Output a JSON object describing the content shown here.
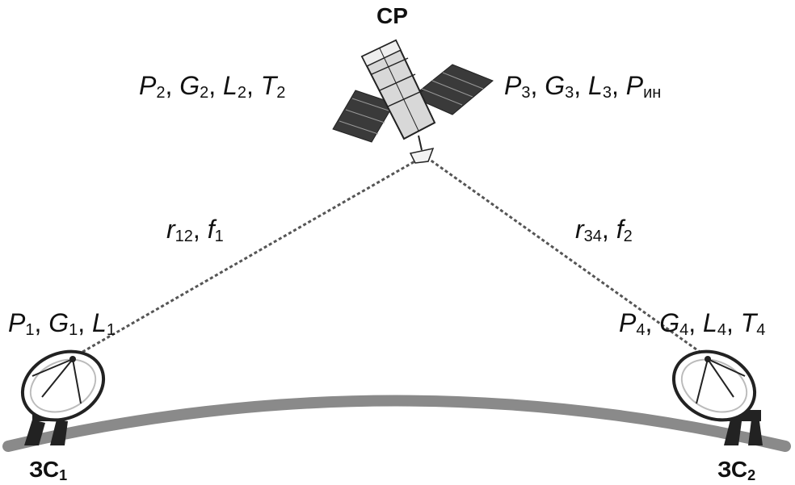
{
  "satellite_label": "СР",
  "station1_label": "ЗС",
  "station1_index": "1",
  "station2_label": "ЗС",
  "station2_index": "2",
  "params_uplink_station": {
    "p": {
      "sym": "P",
      "sub": "1"
    },
    "g": {
      "sym": "G",
      "sub": "1"
    },
    "l": {
      "sym": "L",
      "sub": "1"
    }
  },
  "params_satellite_rx": {
    "p": {
      "sym": "P",
      "sub": "2"
    },
    "g": {
      "sym": "G",
      "sub": "2"
    },
    "l": {
      "sym": "L",
      "sub": "2"
    },
    "t": {
      "sym": "T",
      "sub": "2"
    }
  },
  "params_satellite_tx": {
    "p": {
      "sym": "P",
      "sub": "3"
    },
    "g": {
      "sym": "G",
      "sub": "3"
    },
    "l": {
      "sym": "L",
      "sub": "3"
    },
    "pin": {
      "sym": "P",
      "sub": "ин"
    }
  },
  "params_downlink_station": {
    "p": {
      "sym": "P",
      "sub": "4"
    },
    "g": {
      "sym": "G",
      "sub": "4"
    },
    "l": {
      "sym": "L",
      "sub": "4"
    },
    "t": {
      "sym": "T",
      "sub": "4"
    }
  },
  "uplink": {
    "r": {
      "sym": "r",
      "sub": "12"
    },
    "f": {
      "sym": "f",
      "sub": "1"
    }
  },
  "downlink": {
    "r": {
      "sym": "r",
      "sub": "34"
    },
    "f": {
      "sym": "f",
      "sub": "2"
    }
  },
  "colors": {
    "earth": "#8a8a8a",
    "link": "#555555",
    "ink": "#111111"
  }
}
